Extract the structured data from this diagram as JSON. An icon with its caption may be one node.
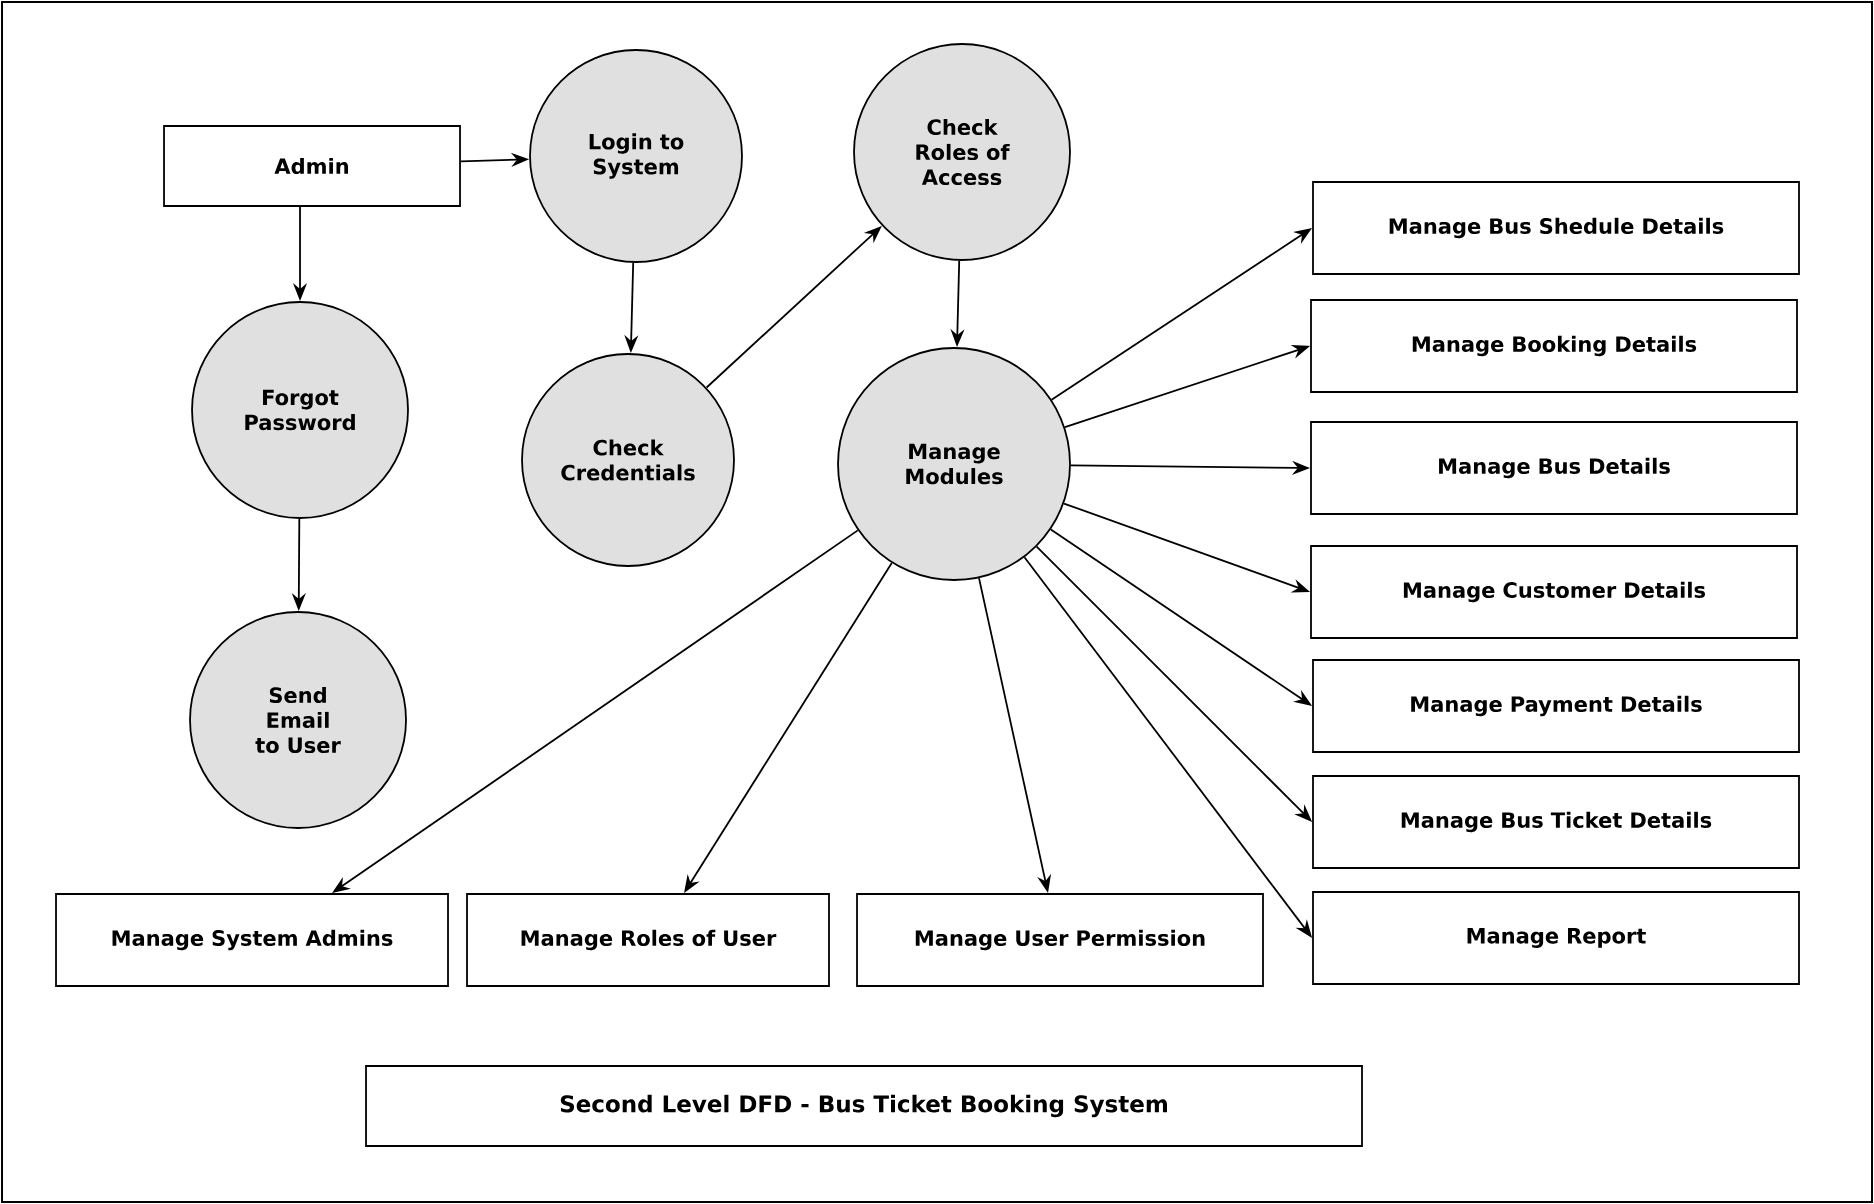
{
  "diagram": {
    "title": "Second Level DFD - Bus Ticket Booking System",
    "nodes": [
      {
        "text": [
          "Admin"
        ]
      },
      {
        "text": [
          "Login to System"
        ]
      },
      {
        "text": [
          "Check Roles of Access"
        ]
      },
      {
        "text": [
          "Forgot Password"
        ]
      },
      {
        "text": [
          "Check Credentials"
        ]
      },
      {
        "text": [
          "Manage Modules"
        ]
      },
      {
        "text": [
          "Send Email to User"
        ]
      },
      {
        "text": [
          "Manage Bus Shedule Details"
        ]
      },
      {
        "text": [
          "Manage Booking Details"
        ]
      },
      {
        "text": [
          "Manage Bus Details"
        ]
      },
      {
        "text": [
          "Manage Customer Details"
        ]
      },
      {
        "text": [
          "Manage Payment Details"
        ]
      },
      {
        "text": [
          "Manage Bus Ticket Details"
        ]
      },
      {
        "text": [
          "Manage Report"
        ]
      },
      {
        "text": [
          "Manage System Admins"
        ]
      },
      {
        "text": [
          "Manage Roles of User"
        ]
      },
      {
        "text": [
          "Manage User Permission"
        ]
      }
    ],
    "edges": [
      {
        "from": 0,
        "to": 1,
        "arrow": "to"
      },
      {
        "from": 0,
        "to": 3,
        "arrow": "to"
      },
      {
        "from": 1,
        "to": 4,
        "arrow": "to"
      },
      {
        "from": 4,
        "to": 2,
        "arrow": "to"
      },
      {
        "from": 2,
        "to": 5,
        "arrow": "to"
      },
      {
        "from": 3,
        "to": 6,
        "arrow": "to"
      },
      {
        "from": 5,
        "to": 7,
        "arrow": "to"
      },
      {
        "from": 5,
        "to": 8,
        "arrow": "to"
      },
      {
        "from": 5,
        "to": 9,
        "arrow": "to"
      },
      {
        "from": 5,
        "to": 10,
        "arrow": "to"
      },
      {
        "from": 5,
        "to": 11,
        "arrow": "to"
      },
      {
        "from": 5,
        "to": 12,
        "arrow": "to"
      },
      {
        "from": 5,
        "to": 13,
        "arrow": "to"
      },
      {
        "from": 5,
        "to": 14,
        "arrow": "to"
      },
      {
        "from": 5,
        "to": 15,
        "arrow": "to"
      },
      {
        "from": 5,
        "to": 16,
        "arrow": "to"
      }
    ]
  }
}
